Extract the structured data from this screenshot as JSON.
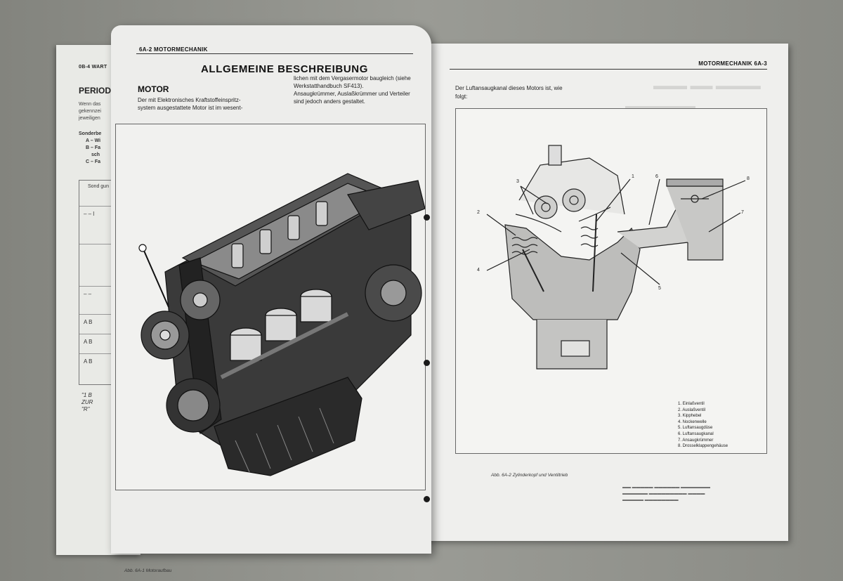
{
  "back_page": {
    "header": "0B-4 WART",
    "title": "PERIOD",
    "intro_lines": [
      "Wenn das",
      "gekennzei",
      "jeweiligen"
    ],
    "sonder_lines": [
      "Sonderbe",
      "A – Wi",
      "B – Fa",
      "sch",
      "C – Fa"
    ],
    "table_rows": [
      "Sond gun",
      "– – l",
      "",
      "– –",
      "A B",
      "A B",
      "A B"
    ],
    "footnote_lines": [
      "\"1 B",
      "ZUR",
      "\"R\""
    ]
  },
  "left_page": {
    "header": "6A-2 MOTORMECHANIK",
    "title": "ALLGEMEINE BESCHREIBUNG",
    "section": "MOTOR",
    "col1_lines": [
      "Der mit Elektronisches Kraftstoffeinspritz-",
      "system ausgestattete Motor ist im wesent-"
    ],
    "col2_lines": [
      "lichen mit dem Vergasermotor baugleich (siehe",
      "Werkstatthandbuch SF413).",
      "Ansaugkrümmer, Auslaßkrümmer und Verteiler",
      "sind jedoch anders gestaltet."
    ],
    "figure_caption": "Abb. 6A-1 Motoraufbau"
  },
  "right_page": {
    "header": "MOTORMECHANIK 6A-3",
    "intro_lines": [
      "Der Luftansaugkanal dieses Motors ist, wie",
      "folgt:"
    ],
    "callouts": [
      "1",
      "2",
      "3",
      "4",
      "5",
      "6",
      "7",
      "8"
    ],
    "legend": [
      "1. Einlaßventil",
      "2. Auslaßventil",
      "3. Kipphebel",
      "4. Nockenwelle",
      "5. Luftansaugdüse",
      "6. Luftansaugkanal",
      "7. Ansaugkrümmer",
      "8. Drosselklappengehäuse"
    ],
    "figure_caption": "Abb. 6A-2 Zylinderkopf und Ventiltrieb"
  }
}
